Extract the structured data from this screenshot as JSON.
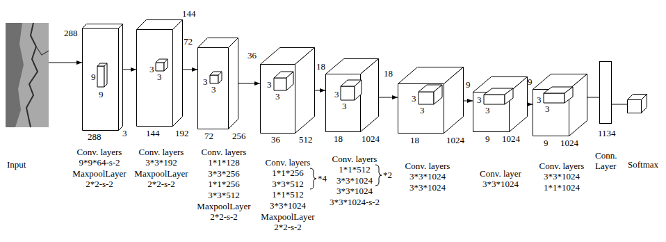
{
  "diagram": {
    "nodes": [
      {
        "text": [
          "Input"
        ]
      },
      {
        "text": [
          "288",
          "288",
          "3"
        ]
      },
      {
        "text": [
          "144",
          "144",
          "192"
        ]
      },
      {
        "text": [
          "72",
          "72",
          "256"
        ]
      },
      {
        "text": [
          "36",
          "36",
          "512"
        ]
      },
      {
        "text": [
          "18",
          "18",
          "1024"
        ]
      },
      {
        "text": [
          "18",
          "18",
          "1024"
        ]
      },
      {
        "text": [
          "9",
          "9",
          "1024"
        ]
      },
      {
        "text": [
          "9",
          "9",
          "1024"
        ]
      },
      {
        "text": [
          "1134",
          "Conn. Layer"
        ]
      },
      {
        "text": [
          "Softmax"
        ]
      }
    ],
    "edges": [
      {
        "from": 0,
        "to": 1,
        "arrow": "to"
      },
      {
        "from": 1,
        "to": 2,
        "arrow": "to"
      },
      {
        "from": 2,
        "to": 3,
        "arrow": "to"
      },
      {
        "from": 3,
        "to": 4,
        "arrow": "to"
      },
      {
        "from": 4,
        "to": 5,
        "arrow": "to"
      },
      {
        "from": 5,
        "to": 6,
        "arrow": "to"
      },
      {
        "from": 6,
        "to": 7,
        "arrow": "to"
      },
      {
        "from": 7,
        "to": 8,
        "arrow": "to"
      },
      {
        "from": 8,
        "to": 9,
        "arrow": "none"
      },
      {
        "from": 9,
        "to": 10,
        "arrow": "none"
      }
    ],
    "labels": [
      "9",
      "9",
      "3",
      "3",
      "3",
      "3",
      "3",
      "3",
      "3",
      "3",
      "3",
      "3",
      "3",
      "3",
      "3",
      "3",
      "Conv. layers",
      "9*9*64-s-2",
      "MaxpoolLayer",
      "2*2-s-2",
      "Conv. layers",
      "3*3*192",
      "MaxpoolLayer",
      "2*2-s-2",
      "Conv. layers",
      "1*1*128",
      "3*3*256",
      "1*1*256",
      "3*3*512",
      "MaxpoolLayer",
      "2*2-s-2",
      "Conv. layers",
      "1*1*256",
      "3*3*512",
      "1*1*512",
      "3*3*1024",
      "MaxpoolLayer",
      "2*2-s-2",
      "Conv. layers",
      "1*1*512",
      "3*3*1024",
      "3*3*1024",
      "3*3*1024-s-2",
      "Conv. layers",
      "3*3*1024",
      "3*3*1024",
      "Conv. layer",
      "3*3*1024",
      "Conv. layers",
      "3*3*1024",
      "1*1*1024",
      "*4",
      "*2"
    ]
  }
}
